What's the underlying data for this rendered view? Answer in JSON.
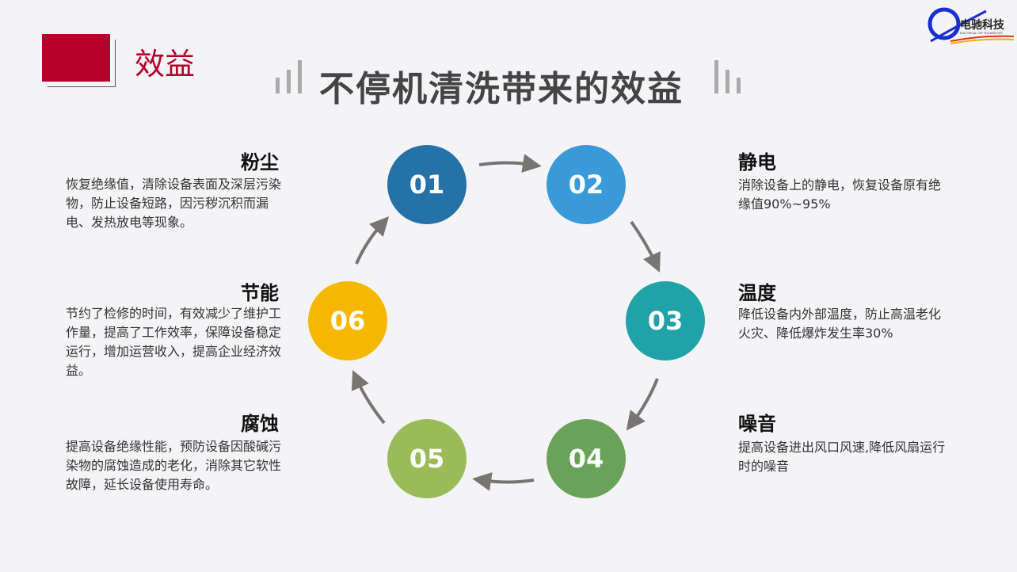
{
  "header": {
    "section": "效益",
    "title": "不停机清洗带来的效益",
    "logo_text": "电驰科技",
    "logo_sub": "ELECTRICAL CHI TECHNOLOGY"
  },
  "steps": [
    {
      "num": "01",
      "color": "#2472a8",
      "heading": "粉尘",
      "text": "恢复绝缘值，清除设备表面及深层污染物，防止设备短路，因污秽沉积而漏电、发热放电等现象。"
    },
    {
      "num": "02",
      "color": "#3a9ad9",
      "heading": "静电",
      "text": "消除设备上的静电，恢复设备原有绝缘值90%~95%"
    },
    {
      "num": "03",
      "color": "#1fa3a8",
      "heading": "温度",
      "text": "降低设备内外部温度，防止高温老化火灾、降低爆炸发生率30%"
    },
    {
      "num": "04",
      "color": "#6aa25a",
      "heading": "噪音",
      "text": "提高设备进出风口风速,降低风扇运行时的噪音"
    },
    {
      "num": "05",
      "color": "#9bbb59",
      "heading": "腐蚀",
      "text": "提高设备绝缘性能，预防设备因酸碱污染物的腐蚀造成的老化，消除其它软性故障，延长设备使用寿命。"
    },
    {
      "num": "06",
      "color": "#f5b800",
      "heading": "节能",
      "text": "节约了检修的时间，有效减少了维护工作量，提高了工作效率，保障设备稳定运行，增加运营收入，提高企业经济效益。"
    }
  ]
}
